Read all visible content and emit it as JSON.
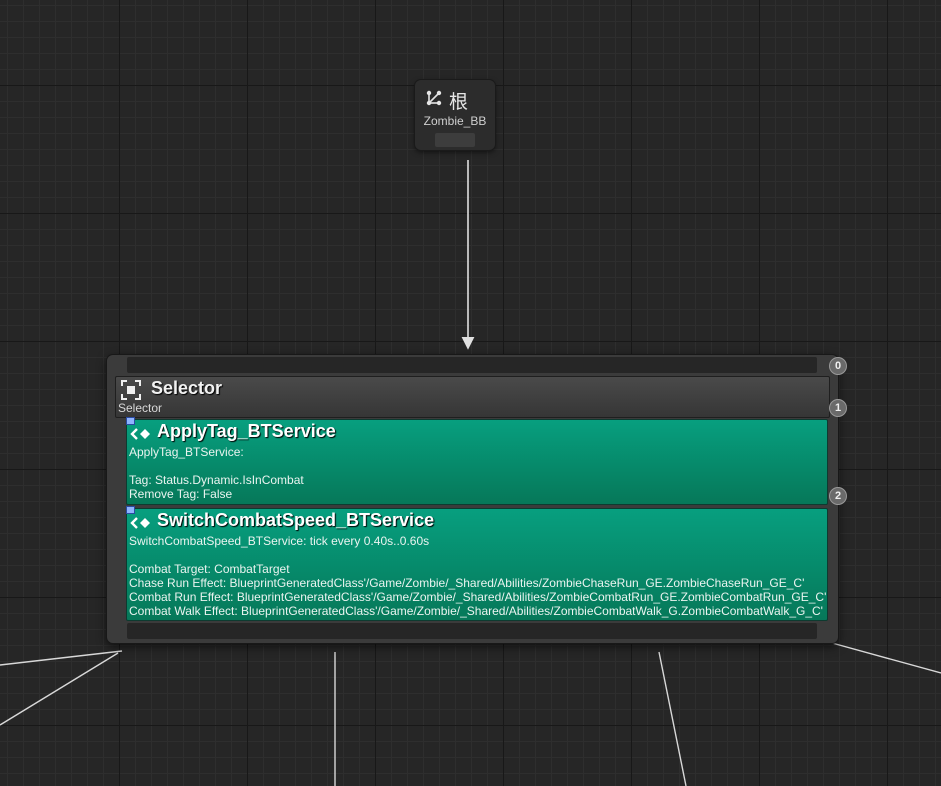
{
  "root": {
    "title": "根",
    "blackboard": "Zombie_BB",
    "icon": "root-tree-icon"
  },
  "composite": {
    "title": "Selector",
    "subtitle": "Selector",
    "icon": "selector-icon"
  },
  "services": [
    {
      "title": "ApplyTag_BTService",
      "icon": "service-icon",
      "description": "ApplyTag_BTService:\n\nTag: Status.Dynamic.IsInCombat\nRemove Tag: False"
    },
    {
      "title": "SwitchCombatSpeed_BTService",
      "icon": "service-icon",
      "description": "SwitchCombatSpeed_BTService: tick every 0.40s..0.60s\n\nCombat Target: CombatTarget\nChase Run Effect: BlueprintGeneratedClass'/Game/Zombie/_Shared/Abilities/ZombieChaseRun_GE.ZombieChaseRun_GE_C'\nCombat Run Effect: BlueprintGeneratedClass'/Game/Zombie/_Shared/Abilities/ZombieCombatRun_GE.ZombieCombatRun_GE_C'\nCombat Walk Effect: BlueprintGeneratedClass'/Game/Zombie/_Shared/Abilities/ZombieCombatWalk_G.ZombieCombatWalk_G_C'"
    }
  ],
  "execution_order": [
    "0",
    "1",
    "2"
  ],
  "colors": {
    "service": "#079f7f",
    "graph_background": "#262626",
    "wire": "#d8d8d8"
  }
}
